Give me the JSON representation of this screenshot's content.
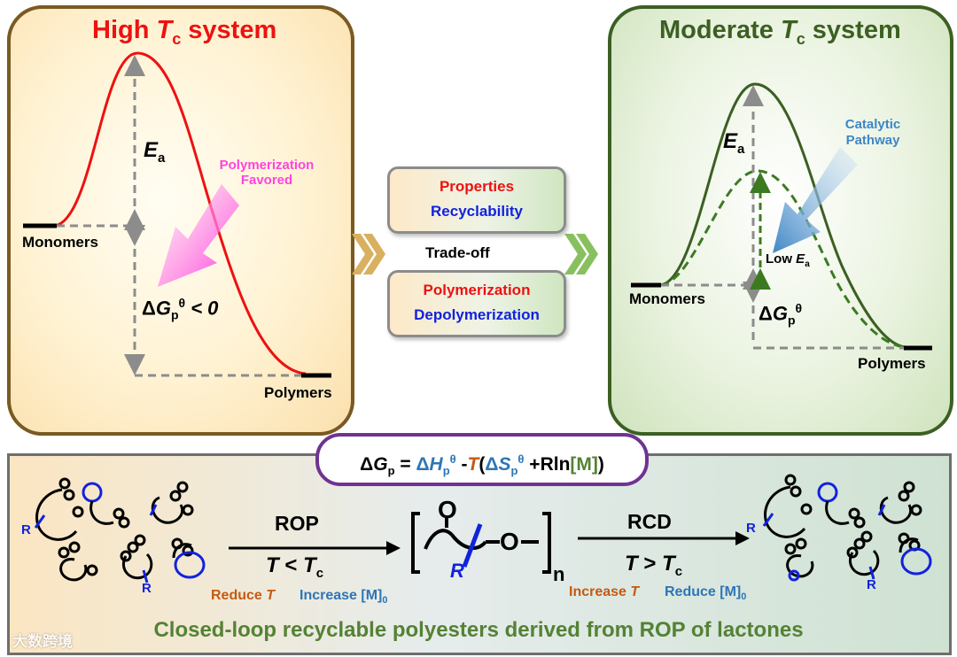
{
  "left_panel": {
    "title_pre": "High ",
    "title_var": "T",
    "title_sub": "c",
    "title_post": " system",
    "ea_var": "E",
    "ea_sub": "a",
    "arrow_text": "Polymerization\nFavored",
    "dg_pre": "Δ",
    "dg_var": "G",
    "dg_sub": "p",
    "dg_sup": "θ",
    "dg_post": " < 0",
    "monomers": "Monomers",
    "polymers": "Polymers",
    "colors": {
      "title": "#ee1111",
      "curve": "#ee1111",
      "arrow": "#ff44dd",
      "border": "#7a5a22"
    }
  },
  "right_panel": {
    "title_pre": "Moderate ",
    "title_var": "T",
    "title_sub": "c",
    "title_post": " system",
    "ea_var": "E",
    "ea_sub": "a",
    "catalytic": "Catalytic\nPathway",
    "low_ea_pre": "Low ",
    "low_ea_var": "E",
    "low_ea_sub": "a",
    "dg_pre": "Δ",
    "dg_var": "G",
    "dg_sub": "p",
    "dg_sup": "θ",
    "monomers": "Monomers",
    "polymers": "Polymers",
    "colors": {
      "title": "#3c5f22",
      "curve": "#3c5f22",
      "arrow": "#3f86c6",
      "border": "#3c5f22"
    }
  },
  "center": {
    "box1": [
      "Properties",
      "Recyclability"
    ],
    "tradeoff": "Trade-off",
    "box2": [
      "Polymerization",
      "Depolymerization"
    ],
    "colors": {
      "red": "#ee1111",
      "blue": "#1122dd",
      "chevron_left": "#d8b060",
      "chevron_right": "#88c060"
    }
  },
  "equation": {
    "lhs_delta": "Δ",
    "lhs_var": "G",
    "lhs_sub": "p",
    "eq": " = ",
    "dh_delta": "Δ",
    "dh_var": "H",
    "dh_sub": "p",
    "dh_sup": "θ",
    "minus": " -",
    "t_var": "T",
    "open": "(",
    "ds_delta": "Δ",
    "ds_var": "S",
    "ds_sub": "p",
    "ds_sup": "θ",
    "plus": " +",
    "rln": "Rln",
    "m": "[M]",
    "close": ")",
    "colors": {
      "border": "#6f3391",
      "blue": "#2e75b6",
      "orange": "#c55a11",
      "green": "#548235"
    }
  },
  "bottom": {
    "rop": "ROP",
    "rop_cond_var": "T",
    "rop_cond_op": " < ",
    "rop_cond_var2": "T",
    "rop_cond_sub": "c",
    "rop_reduce": "Reduce ",
    "rop_reduce_var": "T",
    "rop_increase": "Increase [M]",
    "rop_increase_sub": "0",
    "rcd": "RCD",
    "rcd_cond_var": "T",
    "rcd_cond_op": " > ",
    "rcd_cond_var2": "T",
    "rcd_cond_sub": "c",
    "rcd_increase": "Increase ",
    "rcd_increase_var": "T",
    "rcd_reduce": "Reduce [M]",
    "rcd_reduce_sub": "0",
    "polymer_o1": "O",
    "polymer_o2": "O",
    "polymer_r": "R",
    "polymer_n": "n",
    "r_label": "R",
    "footer": "Closed-loop recyclable polyesters derived from ROP of lactones",
    "watermark": "大数跨境",
    "colors": {
      "footer": "#548235",
      "orange": "#c55a11",
      "blue": "#2e75b6",
      "r": "#1122dd"
    }
  }
}
